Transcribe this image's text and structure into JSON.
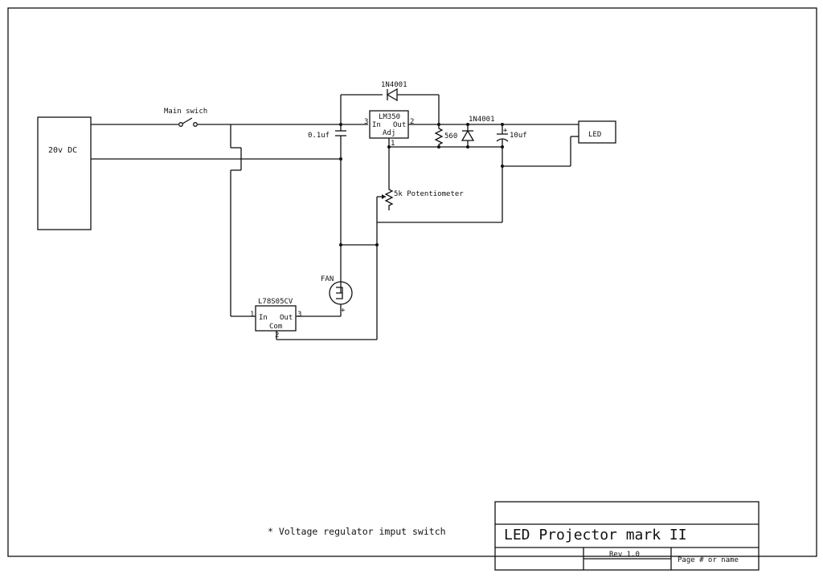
{
  "labels": {
    "source": "20v  DC",
    "main_switch": "Main swich",
    "cap1": "0.1uf",
    "diode_top": "1N4001",
    "lm350_name": "LM350",
    "lm350_in": "In",
    "lm350_out": "Out",
    "lm350_adj": "Adj",
    "pin_3": "3",
    "pin_2": "2",
    "pin_1": "1",
    "resistor": "560",
    "diode_right": "1N4001",
    "cap2": "10uf",
    "cap2_plus": "+",
    "led": "LED",
    "pot": "5k Potentiometer",
    "fan": "FAN",
    "fan_plus": "+",
    "reg_name": "L78S05CV",
    "reg_in": "In",
    "reg_out": "Out",
    "reg_com": "Com",
    "reg_pin_1": "1",
    "reg_pin_3": "3",
    "reg_pin_2": "2"
  },
  "note": "* Voltage regulator imput switch",
  "title_block": {
    "title": "LED Projector mark II",
    "revision": "Rev 1.0",
    "page": "Page # or name"
  }
}
